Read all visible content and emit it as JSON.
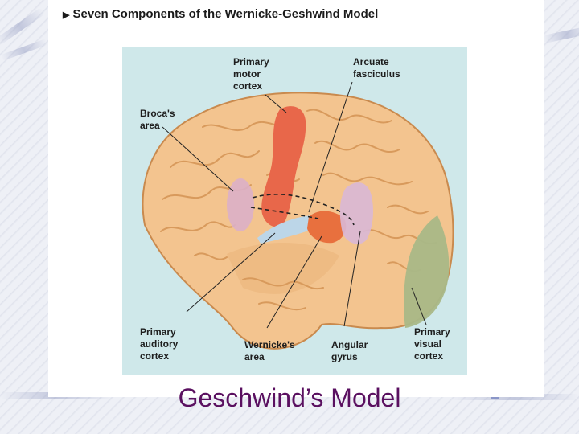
{
  "figure": {
    "heading": "Seven Components of the Wernicke-Geshwind Model",
    "labels": {
      "primary_motor_cortex": "Primary\nmotor\ncortex",
      "arcuate_fasciculus": "Arcuate\nfasciculus",
      "brocas_area": "Broca's\narea",
      "primary_auditory_cortex": "Primary\nauditory\ncortex",
      "wernickes_area": "Wernicke's\narea",
      "angular_gyrus": "Angular\ngyrus",
      "primary_visual_cortex": "Primary\nvisual\ncortex"
    },
    "region_colors": {
      "brain": "#f3c48f",
      "brain_outline": "#c98a4e",
      "gyri_lines": "#d89a5c",
      "primary_motor_cortex": "#e8674a",
      "brocas_area": "#dcb0c8",
      "primary_auditory_cortex": "#bcd6e8",
      "wernickes_area": "#e8703e",
      "angular_gyrus": "#d9b8d6",
      "primary_visual_cortex": "#a9b887",
      "background": "#cfe8ea"
    }
  },
  "caption": "Geschwind’s Model"
}
